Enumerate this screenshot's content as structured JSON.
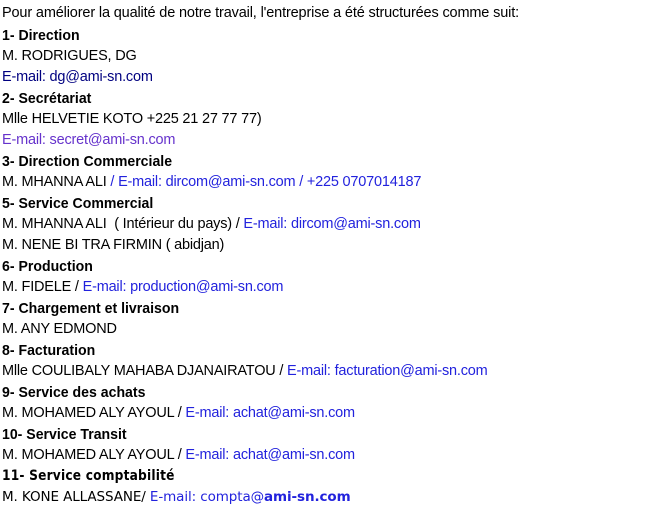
{
  "document": {
    "intro": "Pour améliorer la qualité de notre travail, l'entreprise a été structurées comme suit:",
    "colors": {
      "text": "#000000",
      "link_navy": "#000080",
      "link_blue": "#2222dd",
      "link_visited_purple": "#6633cc",
      "background": "#ffffff"
    },
    "sections": [
      {
        "heading": "1- Direction",
        "lines": [
          {
            "segments": [
              {
                "text": "M. RODRIGUES, DG",
                "style": "text"
              }
            ]
          },
          {
            "segments": [
              {
                "text": "E-mail: dg@ami-sn.com",
                "style": "link_navy"
              }
            ]
          }
        ]
      },
      {
        "heading": "2- Secrétariat",
        "lines": [
          {
            "segments": [
              {
                "text": "Mlle HELVETIE KOTO +225 21 27 77 77)",
                "style": "text"
              }
            ]
          },
          {
            "segments": [
              {
                "text": "E-mail: secret@ami-sn.com",
                "style": "link_purple"
              }
            ]
          }
        ]
      },
      {
        "heading": "3- Direction Commerciale",
        "lines": [
          {
            "segments": [
              {
                "text": "M. MHANNA ALI ",
                "style": "text"
              },
              {
                "text": "/ E-mail: dircom@ami-sn.com / +225 0707014187",
                "style": "link_blue"
              }
            ]
          }
        ]
      },
      {
        "heading": "5- Service Commercial",
        "lines": [
          {
            "segments": [
              {
                "text": "M. MHANNA ALI  ( Intérieur du pays) / ",
                "style": "text"
              },
              {
                "text": "E-mail: dircom@ami-sn.com",
                "style": "link_blue"
              }
            ]
          },
          {
            "segments": [
              {
                "text": "M. NENE BI TRA FIRMIN ( abidjan)",
                "style": "text"
              }
            ]
          }
        ]
      },
      {
        "heading": "6- Production",
        "lines": [
          {
            "segments": [
              {
                "text": "M. FIDELE / ",
                "style": "text"
              },
              {
                "text": "E-mail: production@ami-sn.com",
                "style": "link_blue"
              }
            ]
          }
        ]
      },
      {
        "heading": "7- Chargement et livraison",
        "lines": [
          {
            "segments": [
              {
                "text": "M. ANY EDMOND",
                "style": "text"
              }
            ]
          }
        ]
      },
      {
        "heading": "8- Facturation",
        "lines": [
          {
            "segments": [
              {
                "text": "Mlle COULIBALY MAHABA DJANAIRATOU / ",
                "style": "text"
              },
              {
                "text": "E-mail: facturation@ami-sn.com",
                "style": "link_blue"
              }
            ]
          }
        ]
      },
      {
        "heading": "9- Service des achats",
        "lines": [
          {
            "segments": [
              {
                "text": "M. MOHAMED ALY AYOUL / ",
                "style": "text"
              },
              {
                "text": "E-mail: achat@ami-sn.com",
                "style": "link_blue"
              }
            ]
          }
        ]
      },
      {
        "heading": "10- Service Transit",
        "lines": [
          {
            "segments": [
              {
                "text": "M. MOHAMED ALY AYOUL / ",
                "style": "text"
              },
              {
                "text": "E-mail: achat@ami-sn.com",
                "style": "link_blue"
              }
            ]
          }
        ]
      },
      {
        "heading": "11-  Service comptabilité",
        "heading_face": "alt",
        "lines": [
          {
            "face": "alt",
            "segments": [
              {
                "text": "M. KONE ALLASSANE/ ",
                "style": "text"
              },
              {
                "text": "E-mail: compta@",
                "style": "link_blue"
              },
              {
                "text": "ami-sn.com",
                "style": "link_blue_bold"
              }
            ]
          }
        ]
      }
    ]
  }
}
